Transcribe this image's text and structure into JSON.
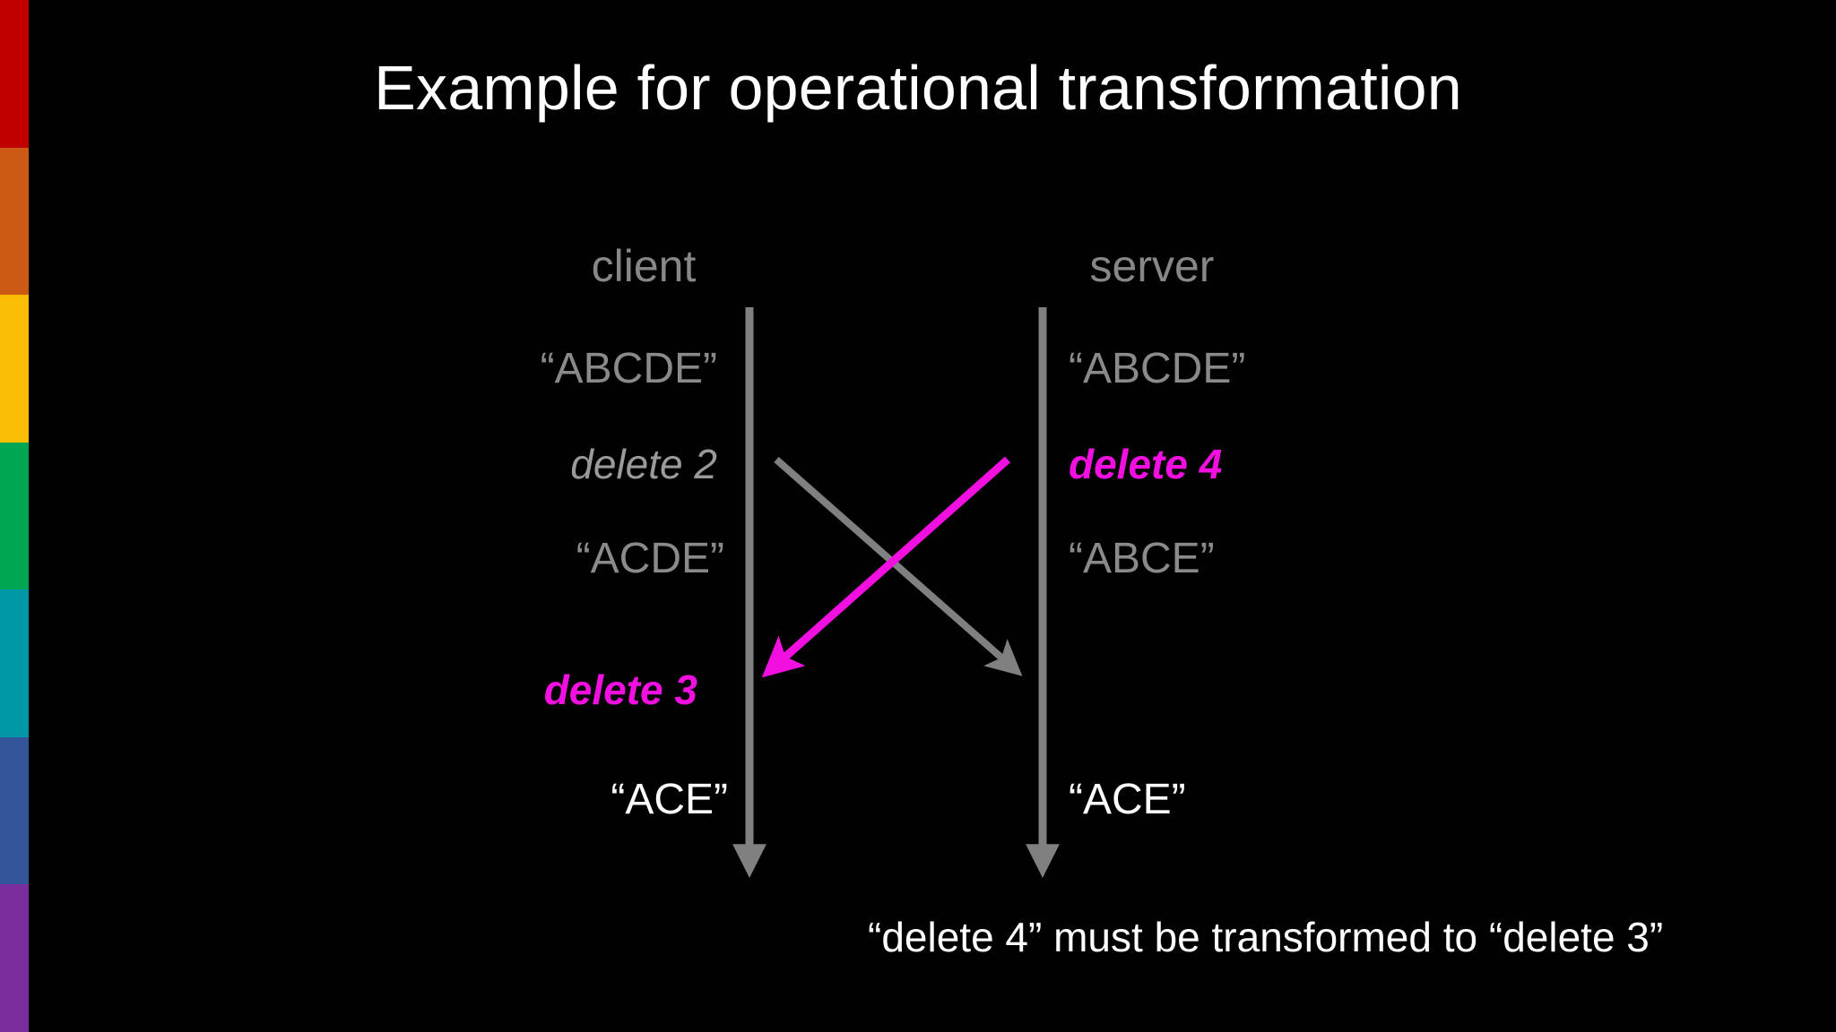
{
  "slide": {
    "title": "Example for operational transformation",
    "background_color": "#010101"
  },
  "color_rail": {
    "swatches": [
      {
        "name": "red",
        "color": "#C00000"
      },
      {
        "name": "orange",
        "color": "#CC5A14"
      },
      {
        "name": "yellow",
        "color": "#FBBC04"
      },
      {
        "name": "green",
        "color": "#00A651"
      },
      {
        "name": "teal",
        "color": "#0097A7"
      },
      {
        "name": "blue",
        "color": "#33569B"
      },
      {
        "name": "purple",
        "color": "#7B2D9E"
      }
    ]
  },
  "diagram": {
    "lanes": [
      {
        "id": "client",
        "header": "client"
      },
      {
        "id": "server",
        "header": "server"
      }
    ],
    "client": {
      "state_initial": "“ABCDE”",
      "op_1": "delete 2",
      "state_mid": "“ACDE”",
      "op_2": "delete 3",
      "state_final": "“ACE”"
    },
    "server": {
      "state_initial": "“ABCDE”",
      "op_1": "delete 4",
      "state_mid": "“ABCE”",
      "state_final": "“ACE”"
    },
    "colors": {
      "timeline": "#808080",
      "dim_text": "#8A8A8A",
      "highlight": "#F110E0",
      "final_text": "#FFFFFF"
    },
    "messages": [
      {
        "name": "client-to-server",
        "label": "delete 2",
        "color": "#808080",
        "direction": "down-right"
      },
      {
        "name": "server-to-client",
        "label": "delete 4",
        "color": "#F110E0",
        "direction": "down-left"
      }
    ]
  },
  "caption": {
    "text": "“delete 4” must be transformed to “delete 3”"
  }
}
